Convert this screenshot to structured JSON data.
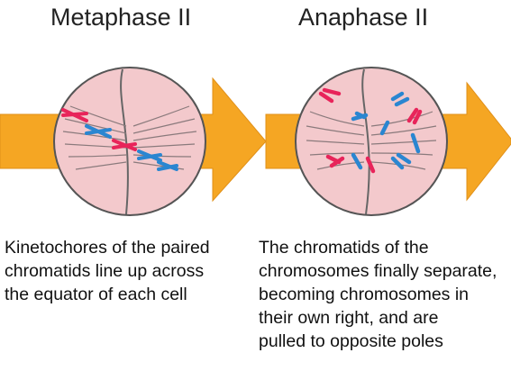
{
  "panels": [
    {
      "title": "Metaphase II",
      "caption": [
        "Kinetochores of the paired",
        "chromatids line up across",
        "the equator of each cell"
      ]
    },
    {
      "title": "Anaphase II",
      "caption": [
        "The chromatids of the",
        "chromosomes finally separate,",
        "becoming chromosomes in",
        "their own right, and are",
        "pulled to opposite poles"
      ]
    }
  ],
  "colors": {
    "arrow": "#f5a623",
    "cell_fill": "#f3c9cc",
    "cell_outline": "#555555",
    "spindle": "#8a7a7c",
    "chromatid_red": "#e8245a",
    "chromatid_blue": "#2a86d1"
  }
}
